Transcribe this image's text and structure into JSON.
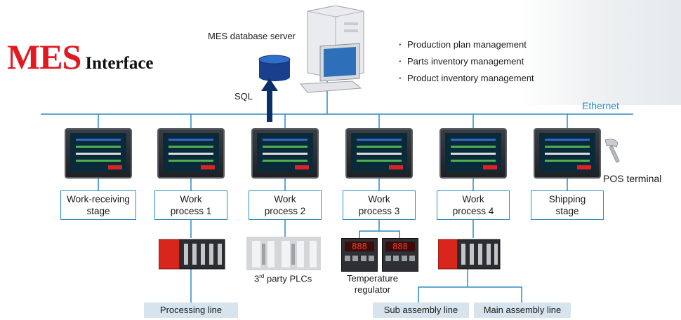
{
  "title": {
    "main": "MES",
    "sub": "Interface"
  },
  "server": {
    "label": "MES database server",
    "sql_label": "SQL",
    "functions": [
      "Production plan management",
      "Parts inventory management",
      "Product inventory management"
    ]
  },
  "network": {
    "label": "Ethernet"
  },
  "pos_terminal": "POS terminal",
  "stations": [
    {
      "label_1": "Work-receiving",
      "label_2": "stage"
    },
    {
      "label_1": "Work",
      "label_2": "process 1"
    },
    {
      "label_1": "Work",
      "label_2": "process 2"
    },
    {
      "label_1": "Work",
      "label_2": "process 3"
    },
    {
      "label_1": "Work",
      "label_2": "process 4"
    },
    {
      "label_1": "Shipping",
      "label_2": "stage"
    }
  ],
  "devices": {
    "third_party_prefix": "3",
    "third_party_sup": "rd",
    "third_party_suffix": " party PLCs",
    "temp_regulator_1": "Temperature",
    "temp_regulator_2": "regulator",
    "regulator_display_1": "888",
    "regulator_display_2": "888"
  },
  "lines": {
    "processing": "Processing line",
    "sub_assembly": "Sub assembly line",
    "main_assembly": "Main assembly line"
  },
  "colors": {
    "accent_blue": "#2b8cc4",
    "title_red": "#e11a22",
    "arrow_navy": "#0b2f6b",
    "line_box_bg": "#d7e4ee"
  }
}
